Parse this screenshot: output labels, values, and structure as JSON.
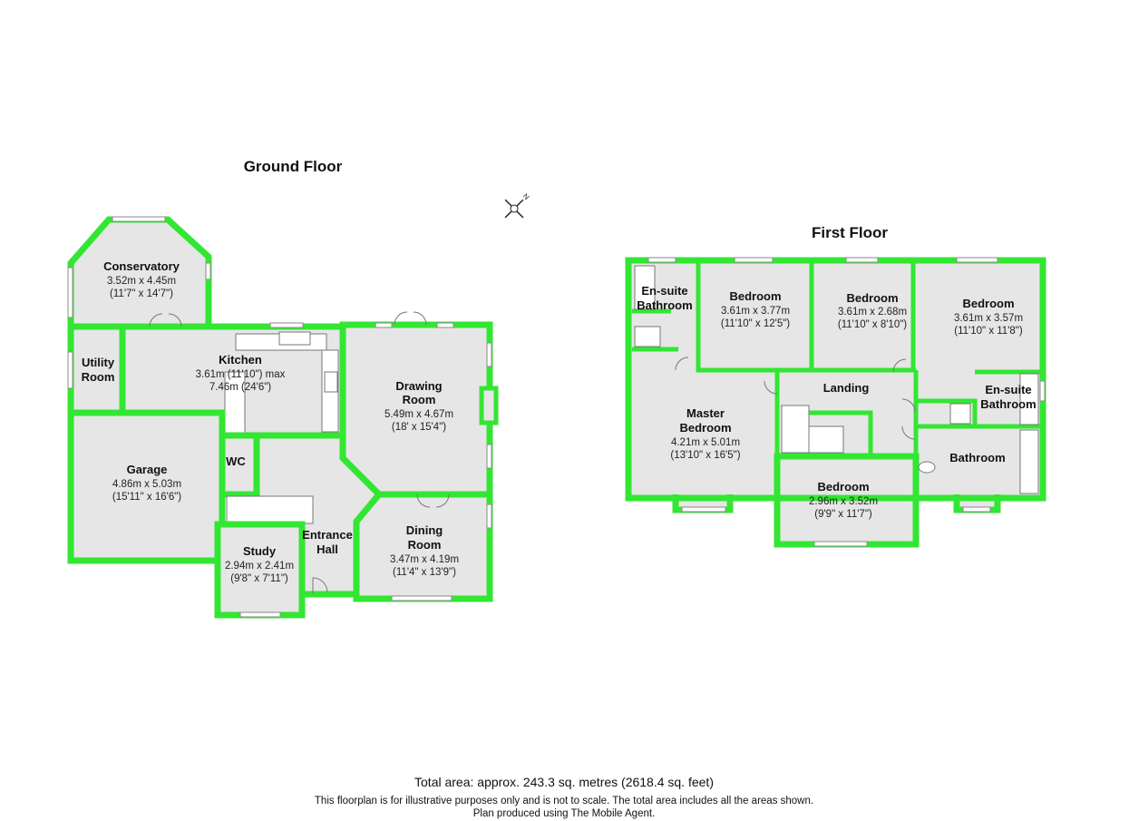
{
  "ground_floor": {
    "title": "Ground Floor",
    "rooms": [
      {
        "name": [
          "Conservatory"
        ],
        "dims": [
          "3.52m x 4.45m",
          "(11'7\" x 14'7\")"
        ]
      },
      {
        "name": [
          "Utility",
          "Room"
        ],
        "dims": []
      },
      {
        "name": [
          "Kitchen"
        ],
        "dims": [
          "3.61m (11'10\") max",
          "7.46m (24'6\")"
        ]
      },
      {
        "name": [
          "Drawing",
          "Room"
        ],
        "dims": [
          "5.49m x 4.67m",
          "(18' x 15'4\")"
        ]
      },
      {
        "name": [
          "Garage"
        ],
        "dims": [
          "4.86m x 5.03m",
          "(15'11\" x 16'6\")"
        ]
      },
      {
        "name": [
          "WC"
        ],
        "dims": []
      },
      {
        "name": [
          "Entrance",
          "Hall"
        ],
        "dims": []
      },
      {
        "name": [
          "Dining",
          "Room"
        ],
        "dims": [
          "3.47m x 4.19m",
          "(11'4\" x 13'9\")"
        ]
      },
      {
        "name": [
          "Study"
        ],
        "dims": [
          "2.94m x 2.41m",
          "(9'8\" x 7'11\")"
        ]
      }
    ]
  },
  "first_floor": {
    "title": "First Floor",
    "rooms": [
      {
        "name": [
          "En-suite",
          "Bathroom"
        ],
        "dims": []
      },
      {
        "name": [
          "Bedroom"
        ],
        "dims": [
          "3.61m x 3.77m",
          "(11'10\" x 12'5\")"
        ]
      },
      {
        "name": [
          "Bedroom"
        ],
        "dims": [
          "3.61m x 2.68m",
          "(11'10\" x 8'10\")"
        ]
      },
      {
        "name": [
          "Bedroom"
        ],
        "dims": [
          "3.61m x 3.57m",
          "(11'10\" x 11'8\")"
        ]
      },
      {
        "name": [
          "Landing"
        ],
        "dims": []
      },
      {
        "name": [
          "En-suite",
          "Bathroom"
        ],
        "dims": []
      },
      {
        "name": [
          "Master",
          "Bedroom"
        ],
        "dims": [
          "4.21m x 5.01m",
          "(13'10\" x 16'5\")"
        ]
      },
      {
        "name": [
          "Bathroom"
        ],
        "dims": []
      },
      {
        "name": [
          "Bedroom"
        ],
        "dims": [
          "2.96m x 3.52m",
          "(9'9\" x 11'7\")"
        ]
      }
    ]
  },
  "compass": {
    "label": "N"
  },
  "footer": {
    "total_area": "Total area: approx. 243.3 sq. metres (2618.4 sq. feet)",
    "disclaimer": "This floorplan is for illustrative purposes only and is not to scale. The total area includes all the areas shown.",
    "credit": "Plan produced using The Mobile Agent."
  },
  "colors": {
    "wall": "#33e633",
    "floor": "#e6e6e6"
  }
}
